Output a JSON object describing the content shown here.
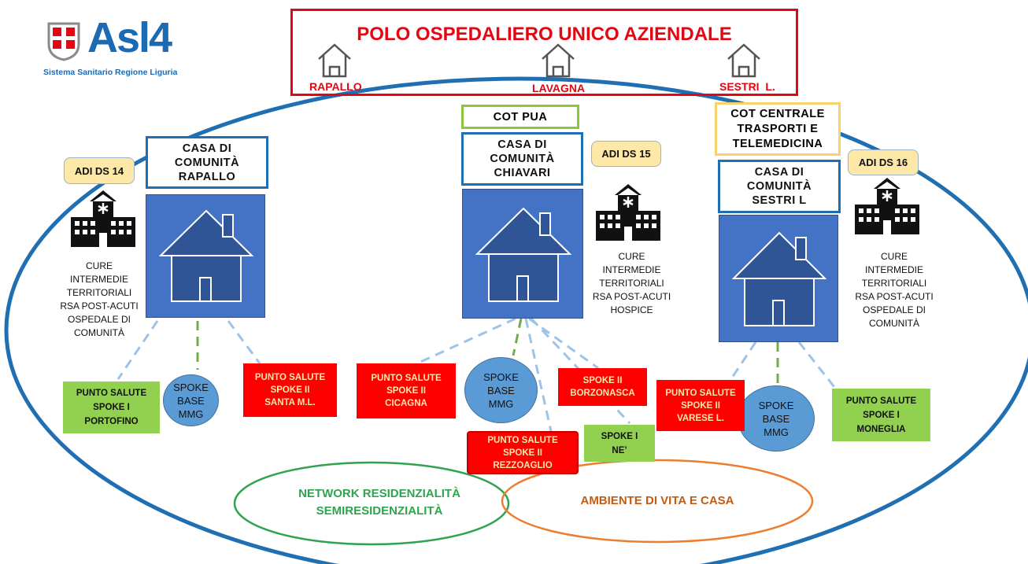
{
  "logo": {
    "name": "Asl4",
    "subtitle": "Sistema Sanitario Regione Liguria"
  },
  "polo": {
    "title": "POLO OSPEDALIERO UNICO AZIENDALE",
    "hospitals": [
      "RAPALLO",
      "LAVAGNA",
      "SESTRI  L."
    ]
  },
  "cot_pua": "COT PUA",
  "cot_centrale": [
    "COT CENTRALE",
    "TRASPORTI E",
    "TELEMEDICINA"
  ],
  "districts": [
    {
      "adi": "ADI DS 14",
      "casa": [
        "CASA DI",
        "COMUNITÀ",
        "RAPALLO"
      ],
      "services": [
        "CURE",
        "INTERMEDIE",
        "TERRITORIALI",
        "RSA POST-ACUTI",
        "OSPEDALE DI",
        "COMUNITÀ"
      ]
    },
    {
      "adi": "ADI DS 15",
      "casa": [
        "CASA DI",
        "COMUNITÀ",
        "CHIAVARI"
      ],
      "services": [
        "CURE",
        "INTERMEDIE",
        "TERRITORIALI",
        "RSA POST-ACUTI",
        "HOSPICE"
      ]
    },
    {
      "adi": "ADI DS 16",
      "casa": [
        "CASA DI",
        "COMUNITÀ",
        "SESTRI L"
      ],
      "services": [
        "CURE",
        "INTERMEDIE",
        "TERRITORIALI",
        "RSA POST-ACUTI",
        "OSPEDALE DI",
        "COMUNITÀ"
      ]
    }
  ],
  "spokes": [
    [
      "SPOKE",
      "BASE",
      "MMG"
    ],
    [
      "SPOKE",
      "BASE",
      "MMG"
    ],
    [
      "SPOKE",
      "BASE",
      "MMG"
    ]
  ],
  "punti": {
    "portofino": [
      "PUNTO SALUTE",
      "SPOKE I",
      "PORTOFINO"
    ],
    "santa": [
      "PUNTO SALUTE",
      "SPOKE II",
      "SANTA M.L."
    ],
    "cicagna": [
      "PUNTO SALUTE",
      "SPOKE II",
      "CICAGNA"
    ],
    "borzonasca": [
      "SPOKE II",
      "BORZONASCA"
    ],
    "rezzoaglio": [
      "PUNTO SALUTE",
      "SPOKE II",
      "REZZOAGLIO"
    ],
    "ne": [
      "SPOKE I",
      "NE’"
    ],
    "varese": [
      "PUNTO SALUTE",
      "SPOKE II",
      "VARESE L."
    ],
    "moneglia": [
      "PUNTO SALUTE",
      "SPOKE I",
      "MONEGLIA"
    ]
  },
  "network": [
    "NETWORK RESIDENZIALITÀ",
    "SEMIRESIDENZIALITÀ"
  ],
  "ambiente": "AMBIENTE DI VITA E CASA",
  "colors": {
    "accent_blue": "#1f6fb2",
    "polo_red": "#e30613",
    "panel_blue": "#4472c4",
    "red_box": "#fe0000",
    "green_box": "#92d050",
    "network_green": "#2ea44f",
    "ambiente_orange": "#c55a11"
  }
}
